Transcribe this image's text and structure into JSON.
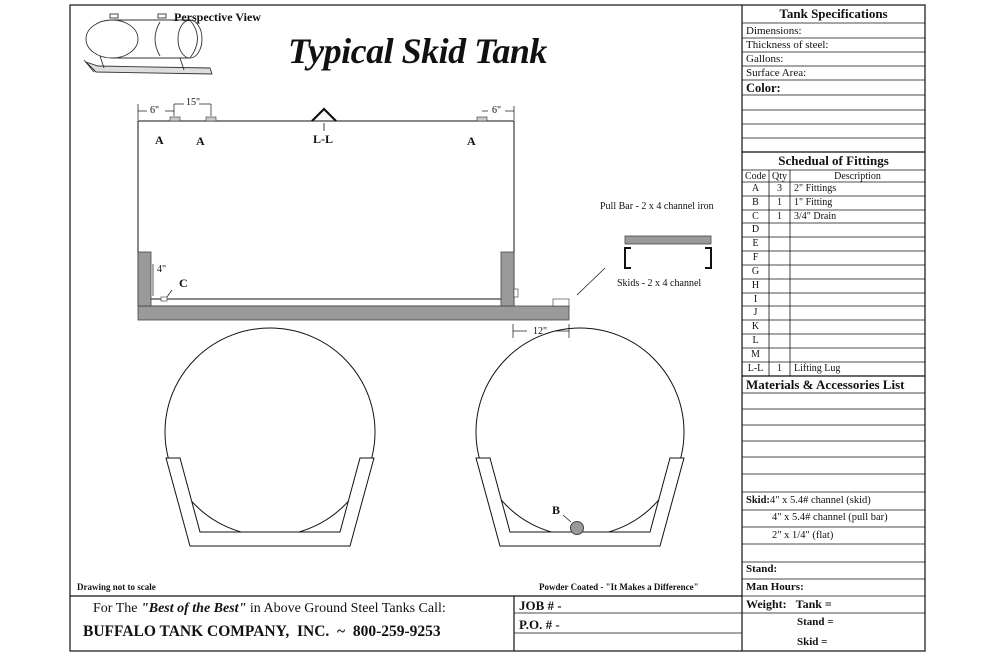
{
  "drawing": {
    "perspective_label": "Perspective View",
    "title": "Typical Skid Tank",
    "dims": {
      "six_left": "6\"",
      "fifteen": "15\"",
      "six_right": "6\"",
      "four": "4\"",
      "twelve": "12\""
    },
    "fitting_marks": {
      "a1": "A",
      "a2": "A",
      "a3": "A",
      "ll": "L-L",
      "c": "C",
      "b": "B"
    },
    "pull_bar_label": "Pull Bar - 2 x 4 channel iron",
    "skids_label": "Skids - 2 x 4 channel",
    "not_to_scale": "Drawing not to scale",
    "powder_coated": "Powder Coated - \"It Makes a Difference\""
  },
  "footer": {
    "call_prefix": "For The ",
    "call_emph": "\"Best of the Best\"",
    "call_suffix": " in Above Ground Steel Tanks Call:",
    "company_line": "BUFFALO TANK COMPANY,  INC.  ~  800-259-9253",
    "job_label": "JOB # -",
    "po_label": "P.O. # -"
  },
  "specs": {
    "header": "Tank Specifications",
    "fields": [
      "Dimensions:",
      "Thickness of steel:",
      "Gallons:",
      "Surface Area:"
    ],
    "color_label": "Color:"
  },
  "fittings": {
    "header": "Schedual of Fittings",
    "col_code": "Code",
    "col_qty": "Qty",
    "col_desc": "Description",
    "rows": [
      {
        "code": "A",
        "qty": "3",
        "desc": "2\" Fittings"
      },
      {
        "code": "B",
        "qty": "1",
        "desc": "1\" Fitting"
      },
      {
        "code": "C",
        "qty": "1",
        "desc": "3/4\" Drain"
      },
      {
        "code": "D",
        "qty": "",
        "desc": ""
      },
      {
        "code": "E",
        "qty": "",
        "desc": ""
      },
      {
        "code": "F",
        "qty": "",
        "desc": ""
      },
      {
        "code": "G",
        "qty": "",
        "desc": ""
      },
      {
        "code": "H",
        "qty": "",
        "desc": ""
      },
      {
        "code": "I",
        "qty": "",
        "desc": ""
      },
      {
        "code": "J",
        "qty": "",
        "desc": ""
      },
      {
        "code": "K",
        "qty": "",
        "desc": ""
      },
      {
        "code": "L",
        "qty": "",
        "desc": ""
      },
      {
        "code": "M",
        "qty": "",
        "desc": ""
      },
      {
        "code": "L-L",
        "qty": "1",
        "desc": "Lifting Lug"
      }
    ]
  },
  "materials": {
    "header": "Materials & Accessories List",
    "skid_label": "Skid:",
    "skid_items": [
      "4\" x 5.4# channel (skid)",
      "4\" x 5.4# channel (pull bar)",
      "2\" x 1/4\" (flat)"
    ],
    "stand_label": "Stand:",
    "man_hours_label": "Man Hours:",
    "weight_label": "Weight:",
    "weight_tank": "Tank =",
    "weight_stand": "Stand =",
    "weight_skid": "Skid ="
  }
}
